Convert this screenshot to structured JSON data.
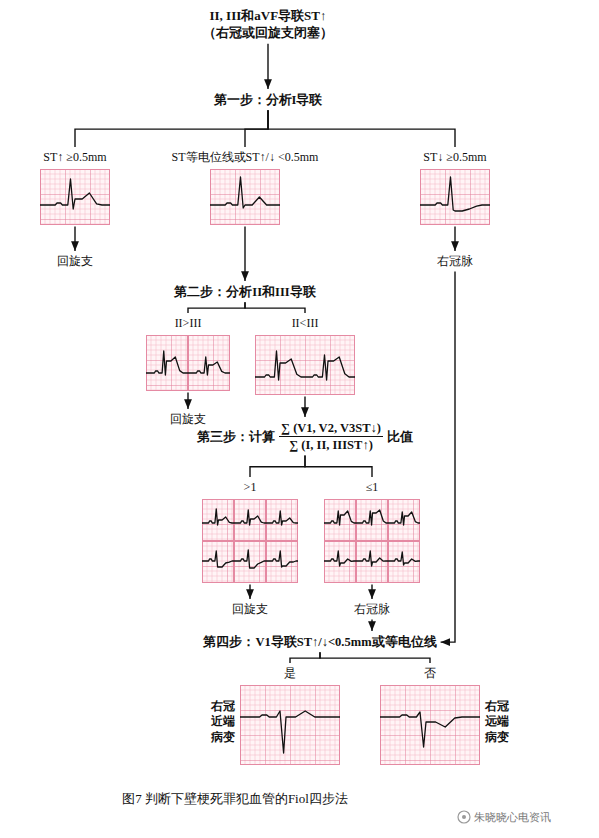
{
  "diagram": {
    "caption": "图7 判断下壁梗死罪犯血管的Fiol四步法",
    "nodes": [
      {
        "text": [
          "II, III和aVF导联ST↑",
          "（右冠或回旋支闭塞）"
        ]
      },
      {
        "text": [
          "第一步：分析I导联"
        ]
      },
      {
        "text": [
          "ST↑ ≥0.5mm"
        ]
      },
      {
        "text": [
          "ST等电位线或ST↑/↓ <0.5mm"
        ]
      },
      {
        "text": [
          "ST↓ ≥0.5mm"
        ]
      },
      {
        "text": [
          "回旋支"
        ]
      },
      {
        "text": [
          "右冠脉"
        ]
      },
      {
        "text": [
          "第二步：分析II和III导联"
        ]
      },
      {
        "text": [
          "II>III"
        ]
      },
      {
        "text": [
          "II<III"
        ]
      },
      {
        "text": [
          "回旋支"
        ]
      },
      {
        "text": [
          "第三步：计算",
          "∑ (V1, V2, V3ST↓)",
          "∑ (I, II, IIIST↑)",
          "比值"
        ]
      },
      {
        "text": [
          ">1"
        ]
      },
      {
        "text": [
          "≤1"
        ]
      },
      {
        "text": [
          "回旋支"
        ]
      },
      {
        "text": [
          "右冠脉"
        ]
      },
      {
        "text": [
          "第四步：V1导联ST↑/↓<0.5mm或等电位线"
        ]
      },
      {
        "text": [
          "是",
          "右冠近端病变"
        ]
      },
      {
        "text": [
          "否",
          "右冠远端病变"
        ]
      }
    ],
    "edges": [
      {
        "from": 0,
        "to": 1,
        "arrow": "to"
      },
      {
        "from": 1,
        "to": 2,
        "arrow": "none"
      },
      {
        "from": 1,
        "to": 3,
        "arrow": "none"
      },
      {
        "from": 1,
        "to": 4,
        "arrow": "none"
      },
      {
        "from": 2,
        "to": 5,
        "arrow": "to"
      },
      {
        "from": 3,
        "to": 7,
        "arrow": "to"
      },
      {
        "from": 4,
        "to": 6,
        "arrow": "to"
      },
      {
        "from": 6,
        "to": 16,
        "arrow": "to"
      },
      {
        "from": 7,
        "to": 8,
        "arrow": "none"
      },
      {
        "from": 7,
        "to": 9,
        "arrow": "none"
      },
      {
        "from": 8,
        "to": 10,
        "arrow": "to"
      },
      {
        "from": 9,
        "to": 11,
        "arrow": "to"
      },
      {
        "from": 11,
        "to": 12,
        "arrow": "none"
      },
      {
        "from": 11,
        "to": 13,
        "arrow": "none"
      },
      {
        "from": 12,
        "to": 14,
        "arrow": "to"
      },
      {
        "from": 13,
        "to": 15,
        "arrow": "to"
      },
      {
        "from": 15,
        "to": 16,
        "arrow": "to"
      },
      {
        "from": 16,
        "to": 17,
        "arrow": "none"
      },
      {
        "from": 16,
        "to": 18,
        "arrow": "none"
      }
    ],
    "labels": [
      "朱晓晓心电资讯"
    ]
  }
}
